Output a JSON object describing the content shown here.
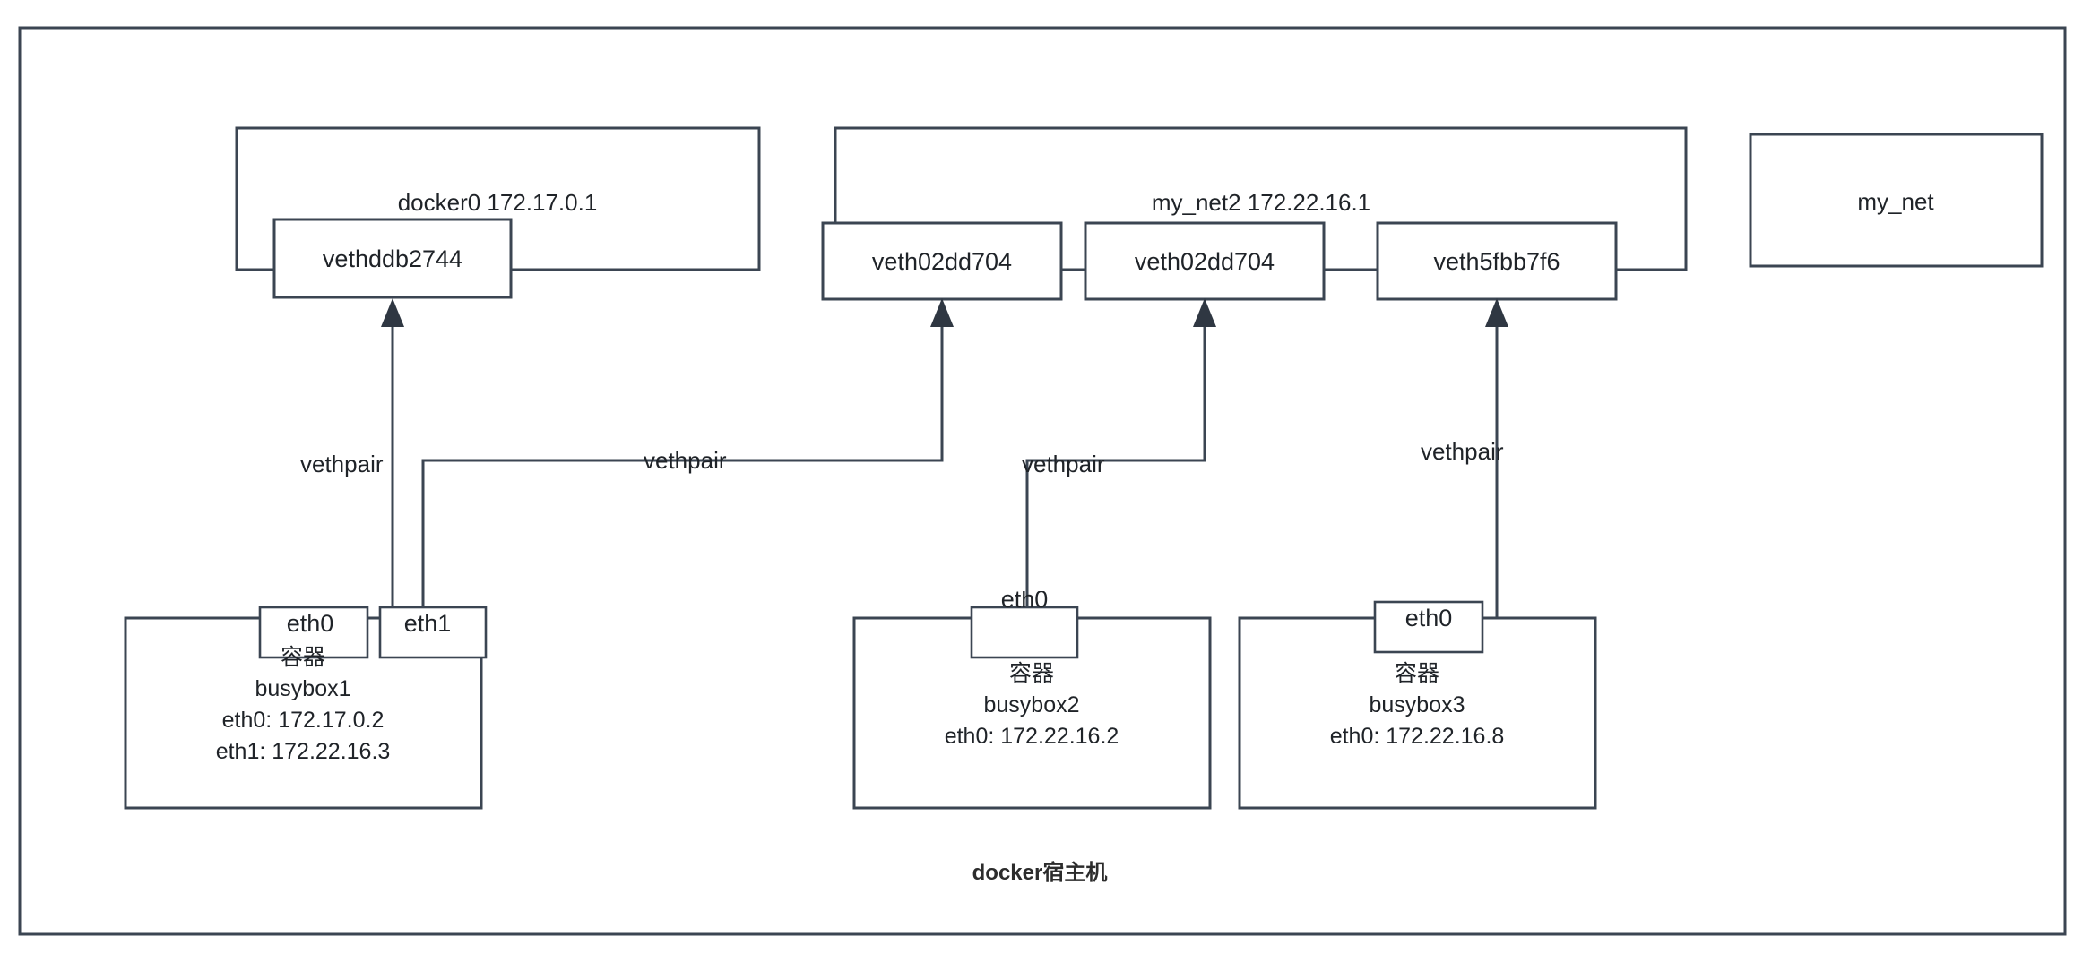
{
  "diagram": {
    "title": "docker宿主机",
    "outer_frame": "docker-host-frame",
    "bridges": [
      {
        "id": "docker0",
        "label": "docker0 172.17.0.1",
        "name": "docker0",
        "gateway": "172.17.0.1"
      },
      {
        "id": "my_net2",
        "label": "my_net2 172.22.16.1",
        "name": "my_net2",
        "gateway": "172.22.16.1"
      },
      {
        "id": "my_net",
        "label": "my_net",
        "name": "my_net",
        "gateway": ""
      }
    ],
    "veth_interfaces": [
      {
        "id": "vethddb2744",
        "label": "vethddb2744",
        "bridge": "docker0"
      },
      {
        "id": "veth02dd704_a",
        "label": "veth02dd704",
        "bridge": "my_net2"
      },
      {
        "id": "veth02dd704_b",
        "label": "veth02dd704",
        "bridge": "my_net2"
      },
      {
        "id": "veth5fbb7f6",
        "label": "veth5fbb7f6",
        "bridge": "my_net2"
      }
    ],
    "containers": [
      {
        "id": "busybox1",
        "kind": "容器",
        "name": "busybox1",
        "addresses": [
          "eth0: 172.17.0.2",
          "eth1: 172.22.16.3"
        ],
        "interfaces": [
          {
            "id": "busybox1-eth0",
            "label": "eth0"
          },
          {
            "id": "busybox1-eth1",
            "label": "eth1"
          }
        ]
      },
      {
        "id": "busybox2",
        "kind": "容器",
        "name": "busybox2",
        "addresses": [
          "eth0: 172.22.16.2"
        ],
        "interfaces": [
          {
            "id": "busybox2-eth0",
            "label": "eth0"
          }
        ]
      },
      {
        "id": "busybox3",
        "kind": "容器",
        "name": "busybox3",
        "addresses": [
          "eth0: 172.22.16.8"
        ],
        "interfaces": [
          {
            "id": "busybox3-eth0",
            "label": "eth0"
          }
        ]
      }
    ],
    "link_labels": [
      {
        "id": "vethpair-1",
        "label": "vethpair"
      },
      {
        "id": "vethpair-2",
        "label": "vethpair"
      },
      {
        "id": "vethpair-3",
        "label": "vethpair"
      },
      {
        "id": "vethpair-4",
        "label": "vethpair"
      }
    ],
    "colors": {
      "stroke": "#3b4552",
      "text": "#1f2328",
      "background": "#ffffff",
      "arrow": "#2f3742"
    }
  }
}
